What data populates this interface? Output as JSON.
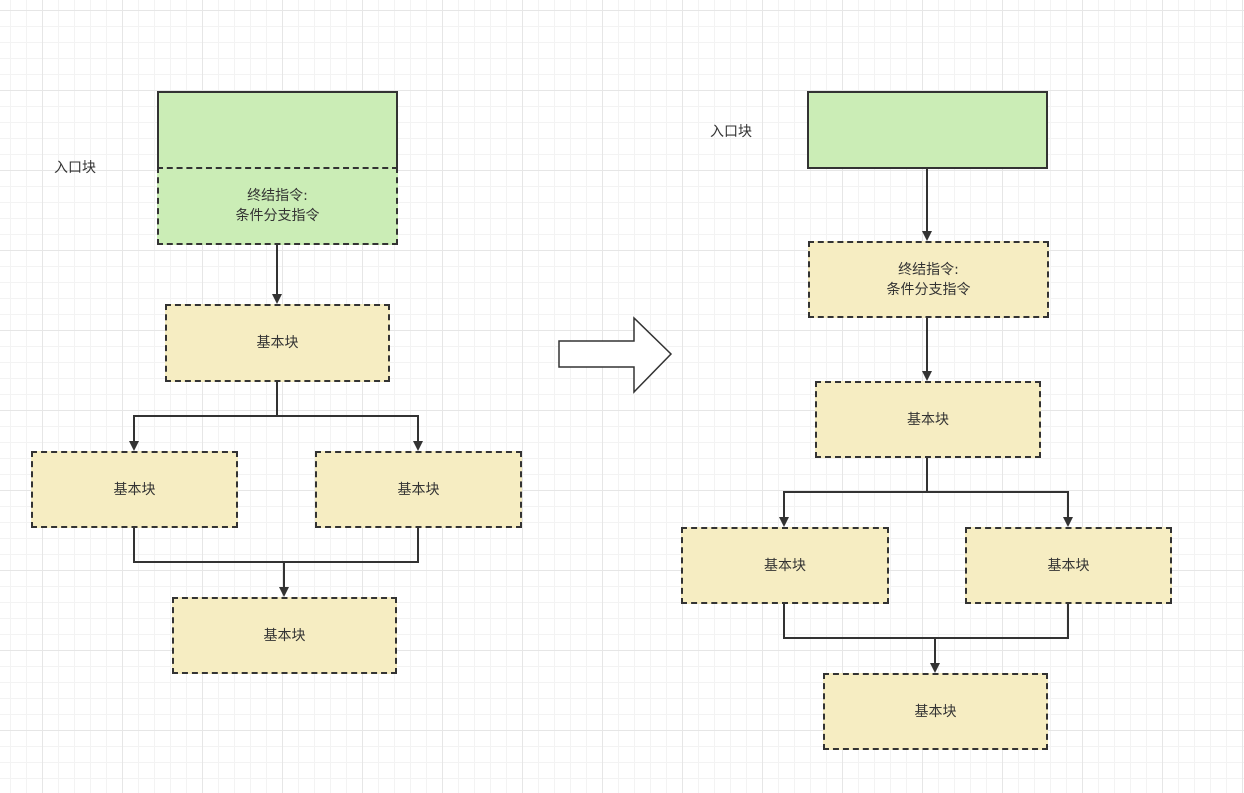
{
  "colors": {
    "entry_fill": "#cbedb6",
    "block_fill": "#f6edc2",
    "stroke": "#333333"
  },
  "left": {
    "entry_label": "入口块",
    "terminator_line1": "终结指令:",
    "terminator_line2": "条件分支指令",
    "block_top": "基本块",
    "block_left": "基本块",
    "block_right": "基本块",
    "block_bottom": "基本块"
  },
  "right": {
    "entry_label": "入口块",
    "terminator_line1": "终结指令:",
    "terminator_line2": "条件分支指令",
    "block_top": "基本块",
    "block_left": "基本块",
    "block_right": "基本块",
    "block_bottom": "基本块"
  }
}
